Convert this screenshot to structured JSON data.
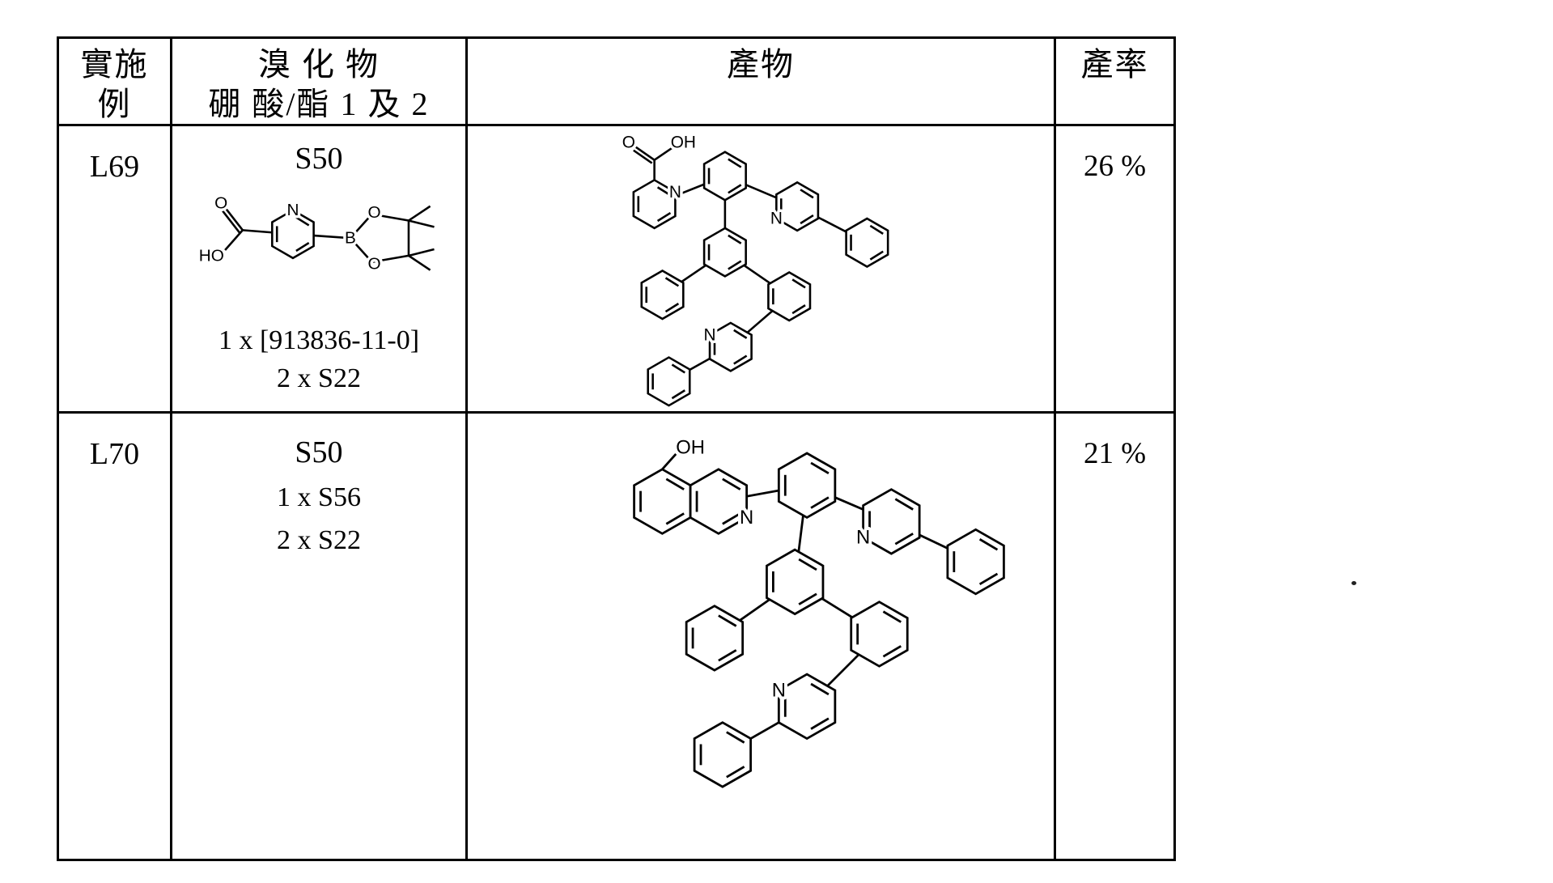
{
  "table": {
    "header": {
      "col1_line1": "實施",
      "col1_line2": "例",
      "col2_line1": "溴 化 物",
      "col2_line2": "硼 酸/酯  1 及 2",
      "col3": "產物",
      "col4": "產率"
    },
    "rows": [
      {
        "example": "L69",
        "reagent_code": "S50",
        "reagent_note1": "1 x [913836-11-0]",
        "reagent_note2": "2 x S22",
        "yield": "26 %"
      },
      {
        "example": "L70",
        "reagent_code": "S50",
        "reagent_note1": "1 x S56",
        "reagent_note2": "2 x S22",
        "yield": "21 %"
      }
    ]
  },
  "structures": {
    "s50": {
      "atom_labels": [
        "O",
        "HO",
        "N",
        "B",
        "O",
        "O"
      ]
    },
    "product_l69": {
      "atom_labels": [
        "O",
        "OH",
        "N",
        "N",
        "N"
      ]
    },
    "product_l70": {
      "atom_labels": [
        "OH",
        "N",
        "N",
        "N"
      ]
    }
  },
  "colors": {
    "ink": "#000000",
    "paper": "#ffffff"
  }
}
